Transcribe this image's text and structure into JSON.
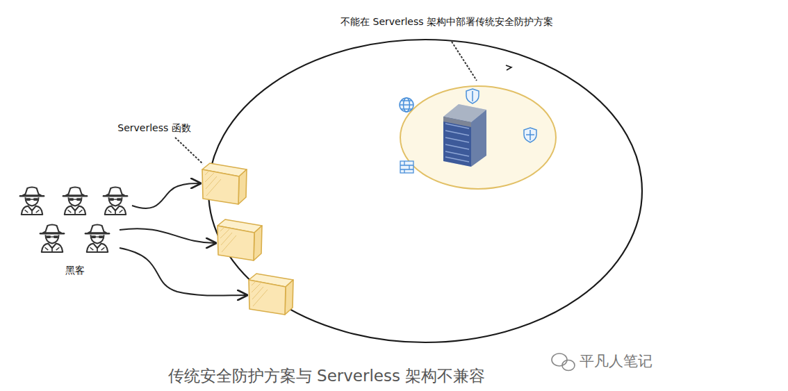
{
  "diagram": {
    "caption": "传统安全防护方案与 Serverless 架构不兼容",
    "labels": [
      "不能在 Serverless 架构中部署传统安全防护方案",
      "Serverless 函数",
      "黑客",
      "平凡人笔记"
    ]
  }
}
